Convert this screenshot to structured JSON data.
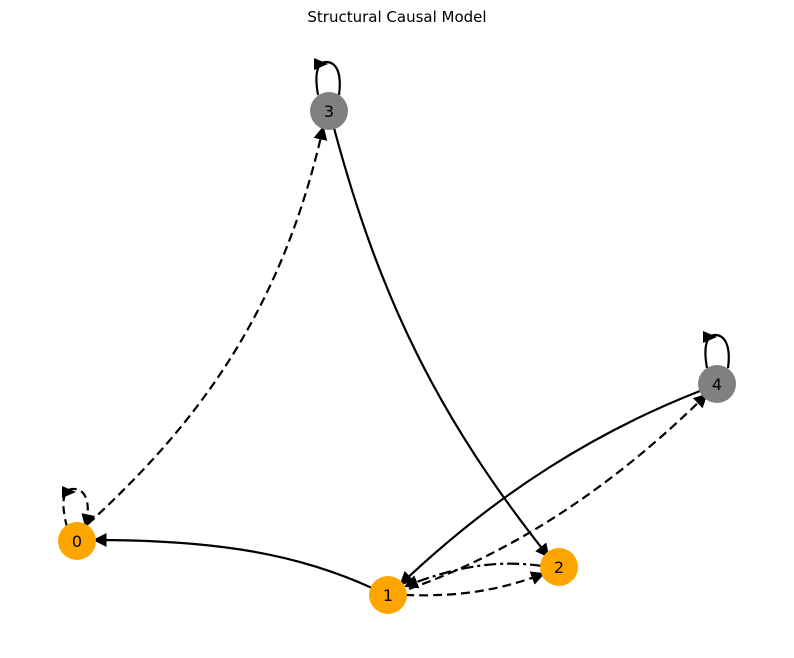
{
  "title": "Structural Causal Model",
  "colors": {
    "orange": "#FFA500",
    "gray": "#808080",
    "edge": "#000000"
  },
  "nodes": [
    {
      "id": "0",
      "label": "0",
      "color": "#FFA500"
    },
    {
      "id": "1",
      "label": "1",
      "color": "#FFA500"
    },
    {
      "id": "2",
      "label": "2",
      "color": "#FFA500"
    },
    {
      "id": "3",
      "label": "3",
      "color": "#808080"
    },
    {
      "id": "4",
      "label": "4",
      "color": "#808080"
    }
  ],
  "edges": [
    {
      "from": "0",
      "to": "0",
      "style": "dashed"
    },
    {
      "from": "3",
      "to": "3",
      "style": "solid"
    },
    {
      "from": "4",
      "to": "4",
      "style": "solid"
    },
    {
      "from": "0",
      "to": "3",
      "style": "dashed"
    },
    {
      "from": "3",
      "to": "2",
      "style": "solid"
    },
    {
      "from": "1",
      "to": "0",
      "style": "solid"
    },
    {
      "from": "1",
      "to": "2",
      "style": "dashed"
    },
    {
      "from": "2",
      "to": "1",
      "style": "dashdot"
    },
    {
      "from": "4",
      "to": "1",
      "style": "solid"
    },
    {
      "from": "1",
      "to": "4",
      "style": "dashed"
    }
  ]
}
